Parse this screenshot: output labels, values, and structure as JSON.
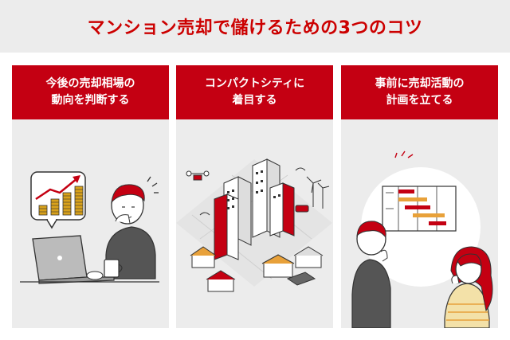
{
  "header": {
    "title": "マンション売却で儲けるための3つのコツ"
  },
  "cards": [
    {
      "lines": [
        "今後の売却相場の",
        "動向を判断する"
      ],
      "icon": "person-laptop-chart-icon"
    },
    {
      "lines": [
        "コンパクトシティに",
        "着目する"
      ],
      "icon": "compact-city-icon"
    },
    {
      "lines": [
        "事前に売却活動の",
        "計画を立てる"
      ],
      "icon": "planning-gantt-chart-icon"
    }
  ],
  "colors": {
    "brand_red": "#c40012",
    "title_red": "#cc0000",
    "panel_gray": "#ececec",
    "coin_gold": "#d9a21b"
  }
}
